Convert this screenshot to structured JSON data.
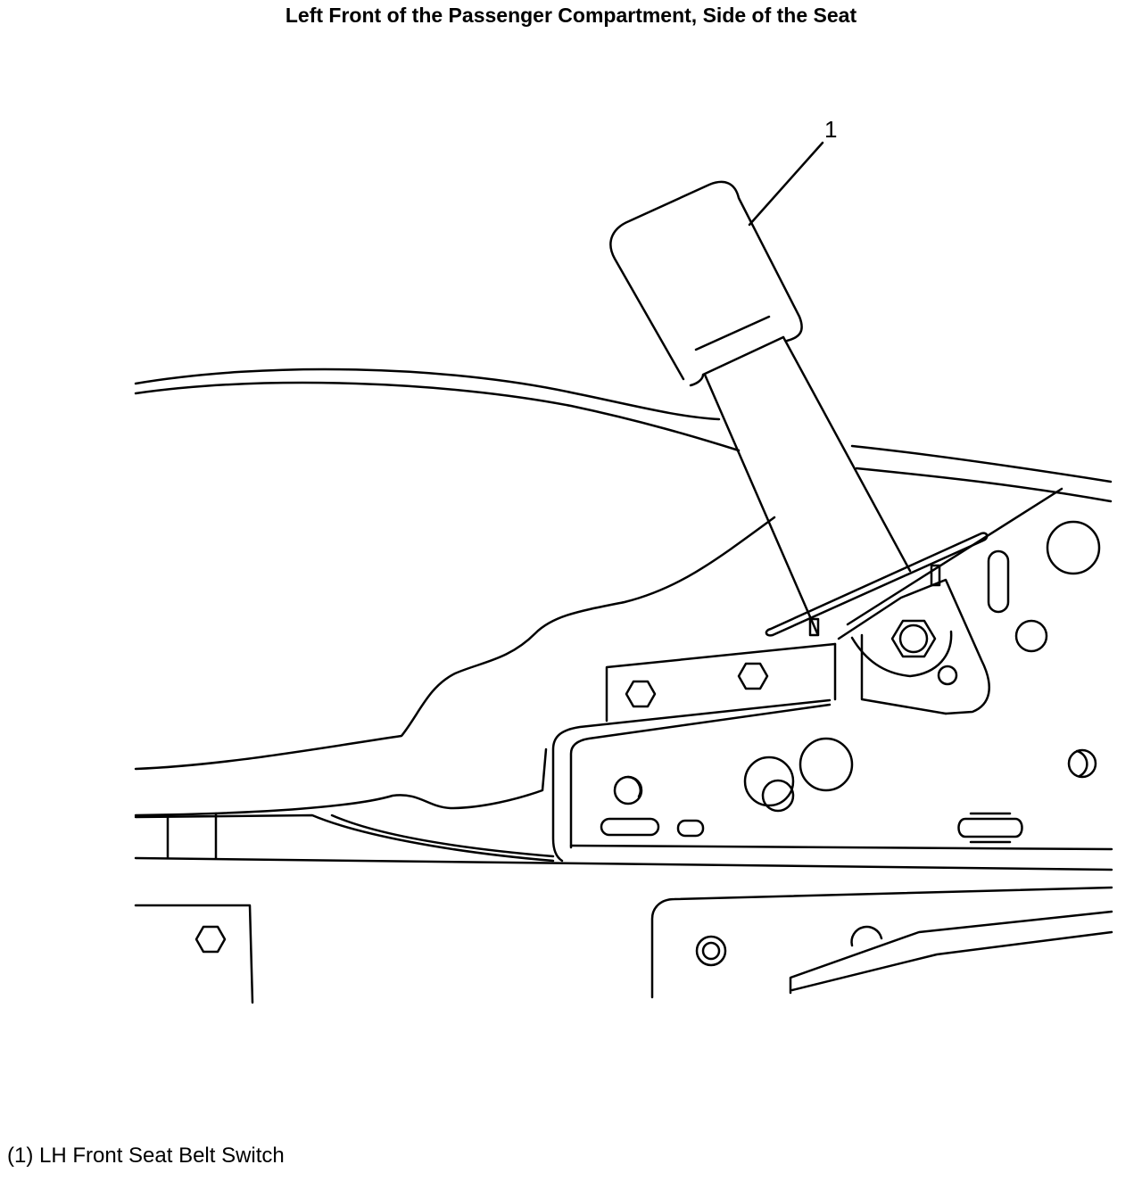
{
  "title": "Left Front of the Passenger Compartment, Side of the Seat",
  "callouts": [
    {
      "number": "1"
    }
  ],
  "legend": [
    {
      "text": "(1) LH Front Seat Belt Switch"
    }
  ]
}
